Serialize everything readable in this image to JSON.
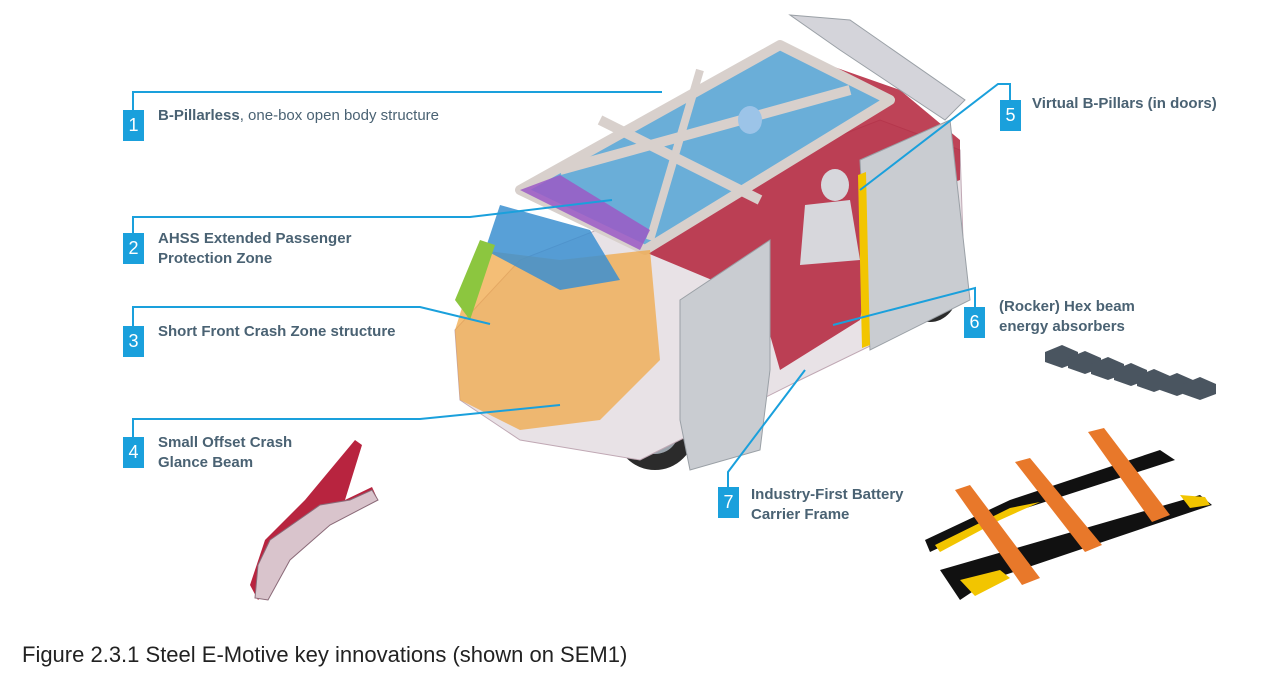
{
  "callouts": [
    {
      "number": "1",
      "bold": "B-Pillarless",
      "rest": ", one-box open body structure"
    },
    {
      "number": "2",
      "line1": "AHSS Extended Passenger",
      "line2": "Protection Zone"
    },
    {
      "number": "3",
      "line1": "Short Front Crash Zone structure"
    },
    {
      "number": "4",
      "line1": "Small Offset Crash",
      "line2": "Glance Beam"
    },
    {
      "number": "5",
      "line1": "Virtual B-Pillars (in doors)"
    },
    {
      "number": "6",
      "line1": "(Rocker) Hex beam",
      "line2": "energy absorbers"
    },
    {
      "number": "7",
      "line1": "Industry-First Battery",
      "line2": "Carrier Frame"
    }
  ],
  "caption": "Figure 2.3.1 Steel E-Motive key innovations (shown on SEM1)",
  "colors": {
    "callout_blue": "#1aa0dc",
    "label_text": "#4a6273",
    "roof_blue": "#6aaed8",
    "body_red": "#b3223a",
    "door_gray": "#c9ccd1",
    "battery_orange": "#e8782a",
    "battery_rail_yellow": "#f2c500"
  }
}
